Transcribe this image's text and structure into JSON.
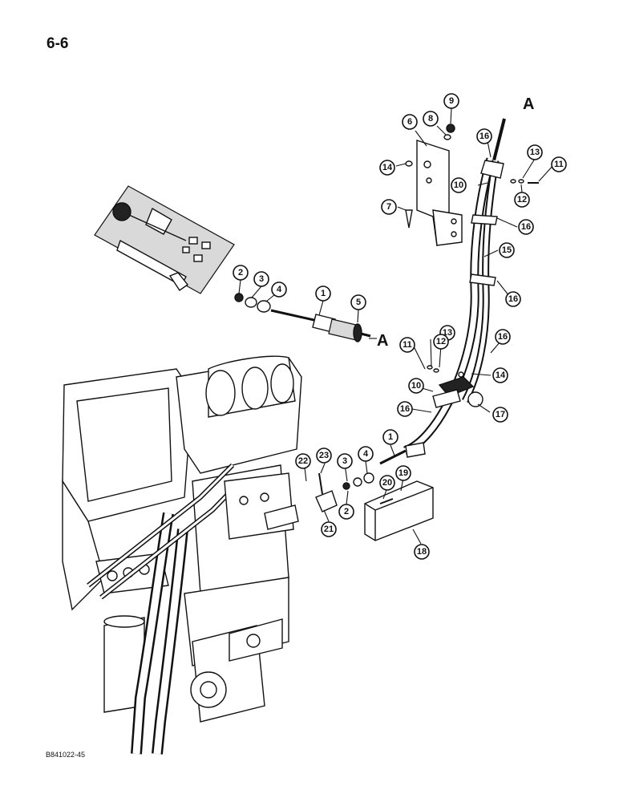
{
  "page_number": "6-6",
  "figure_code": "B841022-45",
  "reference_letters": [
    "A",
    "A"
  ],
  "callouts": [
    "1",
    "2",
    "3",
    "4",
    "5",
    "6",
    "7",
    "8",
    "9",
    "10",
    "11",
    "12",
    "13",
    "14",
    "15",
    "16",
    "17",
    "18",
    "19",
    "20",
    "21",
    "22",
    "23",
    "16",
    "11",
    "13",
    "12",
    "14",
    "10",
    "16",
    "16",
    "14",
    "16",
    "1",
    "4",
    "3",
    "2"
  ]
}
